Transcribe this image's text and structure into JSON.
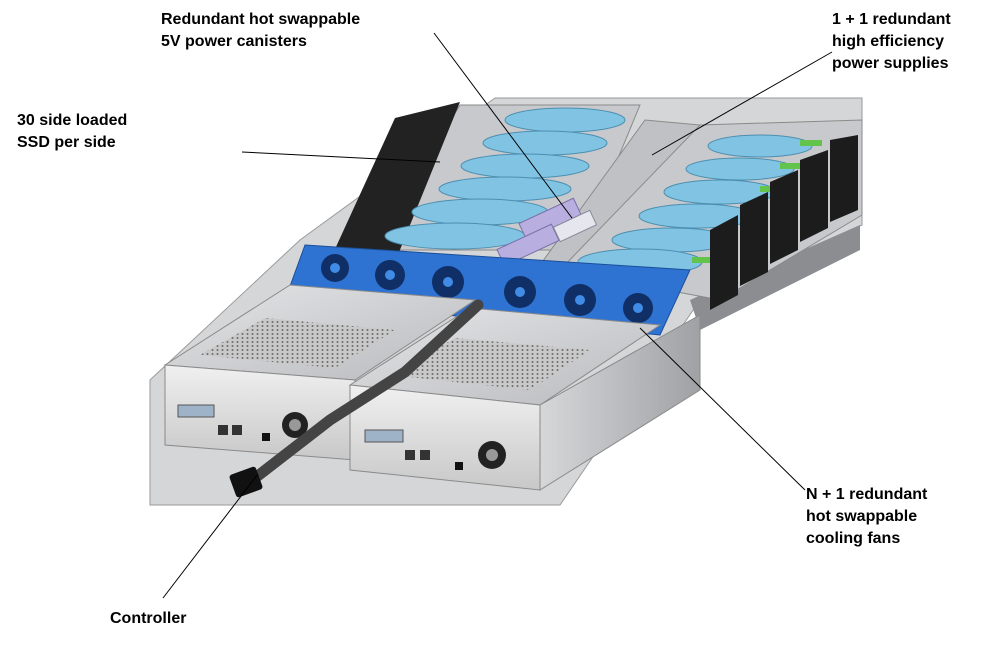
{
  "labels": {
    "canisters": "Redundant hot swappable\n5V power canisters",
    "psu": "1 + 1 redundant\nhigh efficiency\npower supplies",
    "ssd": "30 side loaded\nSSD per side",
    "fans": "N + 1 redundant\nhot swappable\ncooling fans",
    "controller": "Controller"
  },
  "colors": {
    "fan_blue": "#2e72d2",
    "drive_blue": "#7fc4e4",
    "chassis": "#cfd0d2",
    "tray_green": "#62c44a",
    "bay_black": "#1a1a1a",
    "canister_lavender": "#b8aee0"
  }
}
